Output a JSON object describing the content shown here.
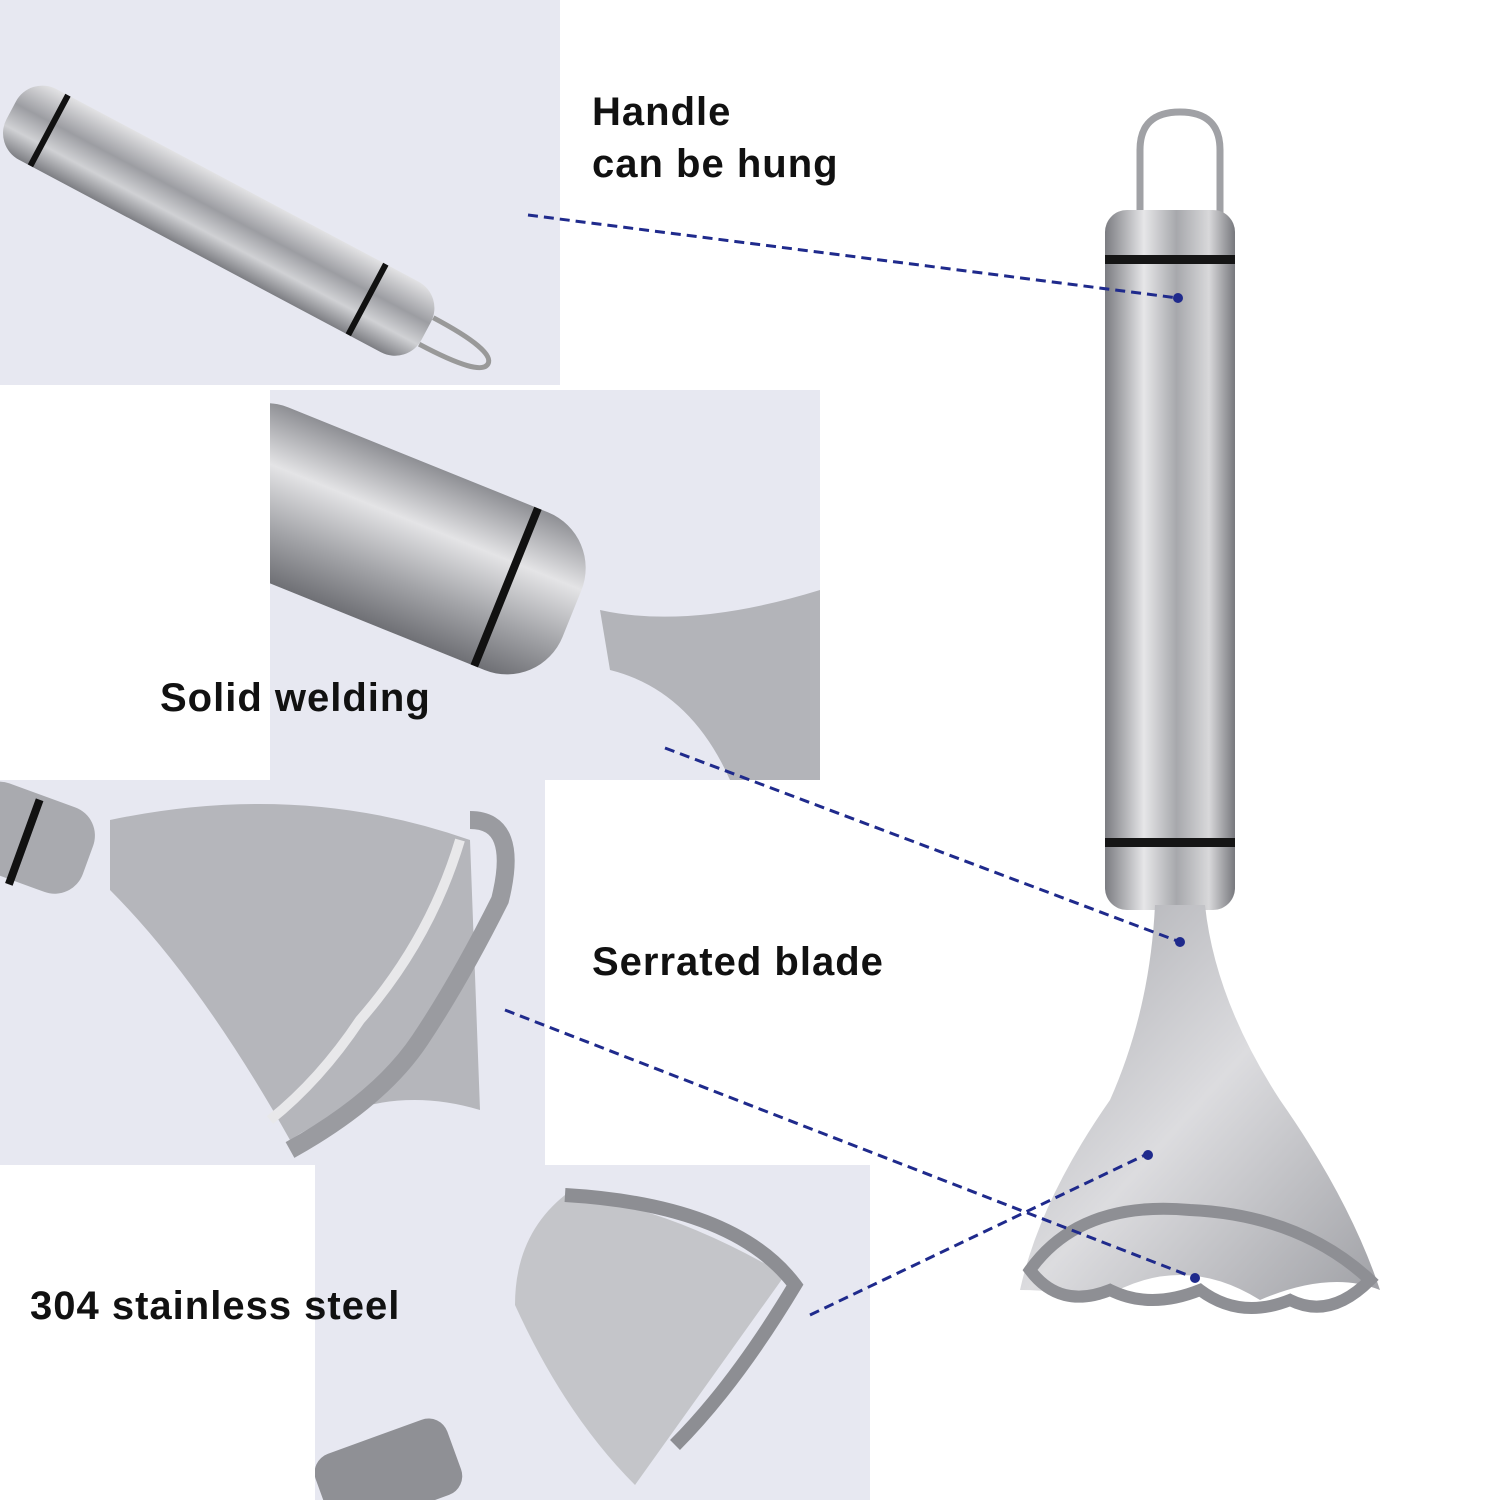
{
  "callouts": {
    "handle": {
      "line1": "Handle",
      "line2": "can be hung"
    },
    "welding": "Solid welding",
    "blade": "Serrated blade",
    "steel": "304 stainless steel"
  },
  "colors": {
    "leader_line": "#1f2a8c",
    "panel_bg": "#e7e8f1",
    "steel": "#b8b9bd"
  }
}
